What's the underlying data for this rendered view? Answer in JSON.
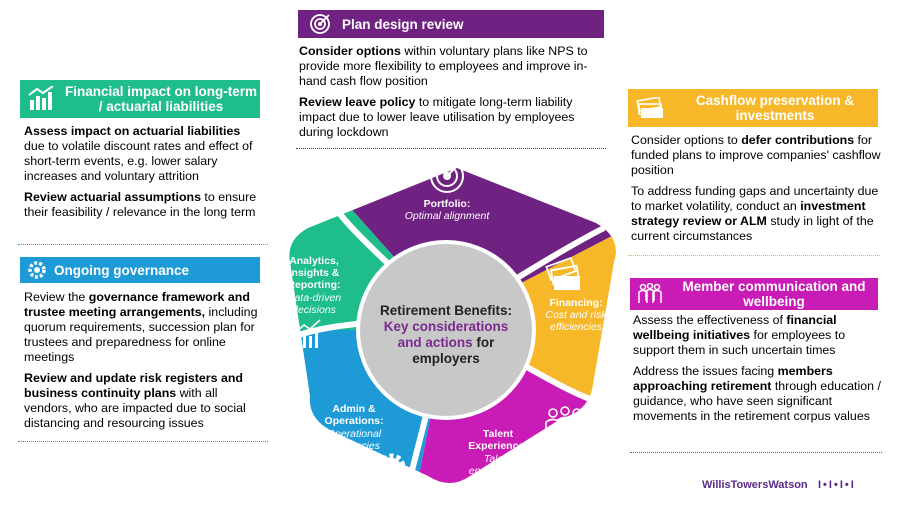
{
  "plan_design": {
    "title": "Plan design review",
    "p1": [
      {
        "t": "Consider options",
        "b": true
      },
      {
        "t": " within voluntary plans like NPS to provide more flexibility to employees and improve in-hand cash flow position",
        "b": false
      }
    ],
    "p2": [
      {
        "t": "Review leave policy",
        "b": true
      },
      {
        "t": " to mitigate long-term liability impact due to lower leave utilisation by employees during lockdown",
        "b": false
      }
    ]
  },
  "financial_impact": {
    "title": "Financial impact on long-term / actuarial liabilities",
    "p1": [
      {
        "t": "Assess impact on actuarial liabilities",
        "b": true
      },
      {
        "t": " due to volatile discount rates and effect of short-term events, e.g. lower salary increases and voluntary attrition",
        "b": false
      }
    ],
    "p2": [
      {
        "t": "Review actuarial assumptions",
        "b": true
      },
      {
        "t": " to ensure their feasibility / relevance in the long term",
        "b": false
      }
    ]
  },
  "ongoing_governance": {
    "title": "Ongoing governance",
    "p1": [
      {
        "t": "Review the ",
        "b": false
      },
      {
        "t": "governance framework and trustee meeting arrangements,",
        "b": true
      },
      {
        "t": " including quorum requirements, succession plan for trustees and preparedness for online meetings",
        "b": false
      }
    ],
    "p2": [
      {
        "t": "Review and update risk registers and business continuity plans",
        "b": true
      },
      {
        "t": " with all vendors, who are impacted due to social distancing and resourcing issues",
        "b": false
      }
    ]
  },
  "cashflow": {
    "title": "Cashflow preservation & investments",
    "p1": [
      {
        "t": "Consider options to ",
        "b": false
      },
      {
        "t": "defer contributions",
        "b": true
      },
      {
        "t": " for funded plans to improve companies' cashflow position",
        "b": false
      }
    ],
    "p2": [
      {
        "t": "To address funding gaps and uncertainty due to market volatility, conduct an ",
        "b": false
      },
      {
        "t": "investment strategy review or ALM",
        "b": true
      },
      {
        "t": " study in light of the current circumstances",
        "b": false
      }
    ]
  },
  "member_comm": {
    "title": "Member communication and wellbeing",
    "p1": [
      {
        "t": "Assess the effectiveness of ",
        "b": false
      },
      {
        "t": "financial wellbeing initiatives",
        "b": true
      },
      {
        "t": " for employees to support them in such uncertain times",
        "b": false
      }
    ],
    "p2": [
      {
        "t": "Address the issues facing ",
        "b": false
      },
      {
        "t": "members approaching retirement",
        "b": true
      },
      {
        "t": " through education / guidance, who have seen significant movements in the retirement corpus values",
        "b": false
      }
    ]
  },
  "center": {
    "line1": "Retirement Benefits:",
    "line2": "Key considerations",
    "line3a": "and actions",
    "line3b": " for",
    "line4": "employers"
  },
  "segments": [
    {
      "id": "portfolio",
      "title": "Portfolio:",
      "sub": [
        "Optimal alignment"
      ],
      "color": "#702283"
    },
    {
      "id": "financing",
      "title": "Financing:",
      "sub": [
        "Cost and risk",
        "efficiencies"
      ],
      "color": "#f6b829"
    },
    {
      "id": "talent",
      "title": "Talent",
      "title2": "Experience:",
      "sub": [
        "Talent",
        "engagement"
      ],
      "color": "#c91bb5"
    },
    {
      "id": "admin",
      "title": "Admin &",
      "title2": "Operations:",
      "sub": [
        "Operational",
        "efficiencies"
      ],
      "color": "#1e9bd7"
    },
    {
      "id": "analytics",
      "title": "Analytics,",
      "title2": "Insights &",
      "title3": "Reporting:",
      "sub": [
        "Data-driven",
        "decisions"
      ],
      "color": "#1fbc8c"
    }
  ],
  "colors": {
    "purple": "#702283",
    "green": "#1fbc8c",
    "blue": "#1e9bd7",
    "yellow": "#f6b829",
    "magenta": "#c91bb5",
    "center_gray": "#c8c8c8"
  },
  "icons": {
    "plan_design": "target-icon",
    "financial": "bar-chart-up-icon",
    "governance": "gear-icon",
    "cashflow": "money-stack-icon",
    "member": "people-group-icon"
  },
  "logo": {
    "text": "WillisTowersWatson",
    "mark": "I•I•I•I"
  }
}
